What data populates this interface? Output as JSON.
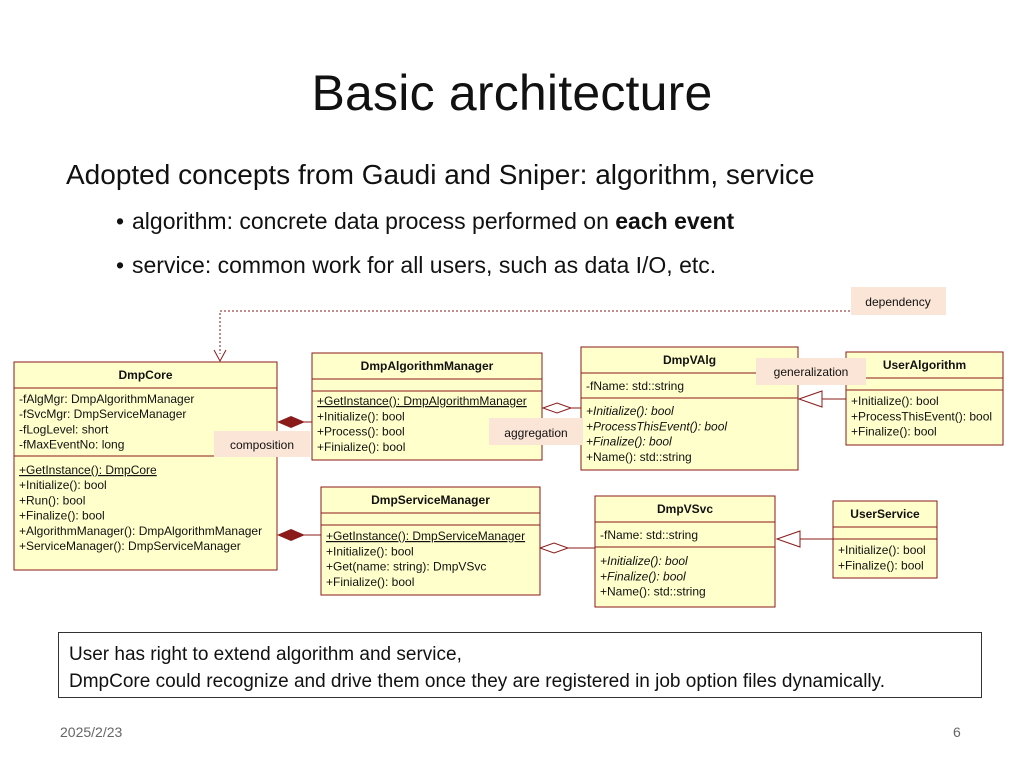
{
  "slide": {
    "title": "Basic architecture",
    "subtitle": "Adopted concepts from Gaudi and Sniper: algorithm, service",
    "bullets": [
      {
        "text_before": "algorithm: concrete data process performed on ",
        "emphasis": "each event",
        "text_after": ""
      },
      {
        "text_before": "service: common work for all users, such as data I/O, etc.",
        "emphasis": "",
        "text_after": ""
      }
    ],
    "note_lines": [
      "User has right to extend algorithm and service,",
      "DmpCore could recognize and drive them once they are registered in job option files dynamically."
    ],
    "footer_date": "2025/2/23",
    "page_number": "6"
  },
  "colors": {
    "class_fill": "#ffffcc",
    "class_border": "#8b1a1a",
    "label_fill": "#fbe5d6",
    "link_color": "#8b1a1a"
  },
  "diagram": {
    "labels": {
      "dependency": "dependency",
      "generalization": "generalization",
      "composition": "composition",
      "aggregation": "aggregation"
    },
    "classes": {
      "core": {
        "name": "DmpCore",
        "attributes": [
          "-fAlgMgr: DmpAlgorithmManager",
          "-fSvcMgr: DmpServiceManager",
          "-fLogLevel: short",
          "-fMaxEventNo: long"
        ],
        "methods": [
          "+GetInstance(): DmpCore",
          "+Initialize(): bool",
          "+Run(): bool",
          "+Finalize(): bool",
          "+AlgorithmManager(): DmpAlgorithmManager",
          "+ServiceManager(): DmpServiceManager"
        ]
      },
      "alg_mgr": {
        "name": "DmpAlgorithmManager",
        "methods": [
          "+GetInstance(): DmpAlgorithmManager",
          "+Initialize(): bool",
          "+Process(): bool",
          "+Finialize(): bool"
        ]
      },
      "svc_mgr": {
        "name": "DmpServiceManager",
        "methods": [
          "+GetInstance(): DmpServiceManager",
          "+Initialize(): bool",
          "+Get(name: string): DmpVSvc",
          "+Finialize(): bool"
        ]
      },
      "valg": {
        "name": "DmpVAlg",
        "attributes": [
          "-fName: std::string"
        ],
        "methods": [
          "+Initialize(): bool",
          "+ProcessThisEvent(): bool",
          "+Finalize(): bool",
          "+Name(): std::string"
        ]
      },
      "vsvc": {
        "name": "DmpVSvc",
        "attributes": [
          "-fName: std::string"
        ],
        "methods": [
          "+Initialize(): bool",
          "+Finalize(): bool",
          "+Name(): std::string"
        ]
      },
      "user_alg": {
        "name": "UserAlgorithm",
        "methods": [
          "+Initialize(): bool",
          "+ProcessThisEvent(): bool",
          "+Finalize(): bool"
        ]
      },
      "user_svc": {
        "name": "UserService",
        "methods": [
          "+Initialize(): bool",
          "+Finalize(): bool"
        ]
      }
    }
  }
}
